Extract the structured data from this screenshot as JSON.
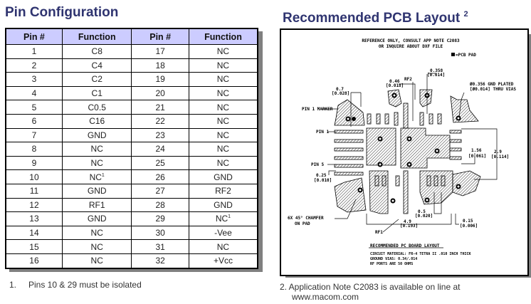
{
  "left": {
    "title": "Pin Configuration",
    "columns": [
      "Pin #",
      "Function",
      "Pin #",
      "Function"
    ],
    "rows": [
      {
        "pin_a": "1",
        "func_a": "C8",
        "sup_a": "",
        "pin_b": "17",
        "func_b": "NC",
        "sup_b": ""
      },
      {
        "pin_a": "2",
        "func_a": "C4",
        "sup_a": "",
        "pin_b": "18",
        "func_b": "NC",
        "sup_b": ""
      },
      {
        "pin_a": "3",
        "func_a": "C2",
        "sup_a": "",
        "pin_b": "19",
        "func_b": "NC",
        "sup_b": ""
      },
      {
        "pin_a": "4",
        "func_a": "C1",
        "sup_a": "",
        "pin_b": "20",
        "func_b": "NC",
        "sup_b": ""
      },
      {
        "pin_a": "5",
        "func_a": "C0.5",
        "sup_a": "",
        "pin_b": "21",
        "func_b": "NC",
        "sup_b": ""
      },
      {
        "pin_a": "6",
        "func_a": "C16",
        "sup_a": "",
        "pin_b": "22",
        "func_b": "NC",
        "sup_b": ""
      },
      {
        "pin_a": "7",
        "func_a": "GND",
        "sup_a": "",
        "pin_b": "23",
        "func_b": "NC",
        "sup_b": ""
      },
      {
        "pin_a": "8",
        "func_a": "NC",
        "sup_a": "",
        "pin_b": "24",
        "func_b": "NC",
        "sup_b": ""
      },
      {
        "pin_a": "9",
        "func_a": "NC",
        "sup_a": "",
        "pin_b": "25",
        "func_b": "NC",
        "sup_b": ""
      },
      {
        "pin_a": "10",
        "func_a": "NC",
        "sup_a": "1",
        "pin_b": "26",
        "func_b": "GND",
        "sup_b": ""
      },
      {
        "pin_a": "11",
        "func_a": "GND",
        "sup_a": "",
        "pin_b": "27",
        "func_b": "RF2",
        "sup_b": ""
      },
      {
        "pin_a": "12",
        "func_a": "RF1",
        "sup_a": "",
        "pin_b": "28",
        "func_b": "GND",
        "sup_b": ""
      },
      {
        "pin_a": "13",
        "func_a": "GND",
        "sup_a": "",
        "pin_b": "29",
        "func_b": "NC",
        "sup_b": "1"
      },
      {
        "pin_a": "14",
        "func_a": "NC",
        "sup_a": "",
        "pin_b": "30",
        "func_b": "-Vee",
        "sup_b": ""
      },
      {
        "pin_a": "15",
        "func_a": "NC",
        "sup_a": "",
        "pin_b": "31",
        "func_b": "NC",
        "sup_b": ""
      },
      {
        "pin_a": "16",
        "func_a": "NC",
        "sup_a": "",
        "pin_b": "32",
        "func_b": "+Vcc",
        "sup_b": ""
      }
    ],
    "footnote_num": "1.",
    "footnote": "Pins 10 & 29 must be isolated",
    "header_color": "#ccccff"
  },
  "right": {
    "title": "Recommended PCB Layout",
    "title_sup": "2",
    "footnote": "2.  Application Note C2083 is available on line at",
    "footnote_line2": "www.macom.com",
    "drawing": {
      "ref1": "REFERENCE ONLY, CONSULT APP NOTE C2083",
      "ref2": "OR INQUIRE ABOUT DXF FILE",
      "legend": "=PCB PAD",
      "d0358": "0.358",
      "d0358b": "[0.014]",
      "rf2": "RF2",
      "d046": "0.46",
      "d046b": "[0.018]",
      "d07": "0.7",
      "d07b": "[0.028]",
      "via1": "Ø0.356 GND PLATED",
      "via2": "[Ø0.014] THRU VIAS",
      "pin1marker": "PIN 1 MARKER",
      "pin1": "PIN 1",
      "d156": "1.56",
      "d156b": "[0.061]",
      "d29": "2.9",
      "d29b": "[0.114]",
      "pin5": "PIN 5",
      "d025": "0.25",
      "d025b": "[0.010]",
      "chamfer1": "6X 45° CHAMFER",
      "chamfer2": "ON PAD",
      "d05": "0.5",
      "d05b": "[0.020]",
      "d49": "4.9",
      "d49b": "[0.193]",
      "d015": "0.15",
      "d015b": "[0.006]",
      "rf1": "RF1",
      "caption": "RECOMMENDED PC BOARD LAYOUT",
      "mat1": "CIRCUIT MATERIAL: FR-4 TETRA II .010 INCH THICK",
      "mat2": "GROUND VIAS: 0.34/.014",
      "mat3": "RF PORTS ARE 50 OHMS"
    }
  }
}
